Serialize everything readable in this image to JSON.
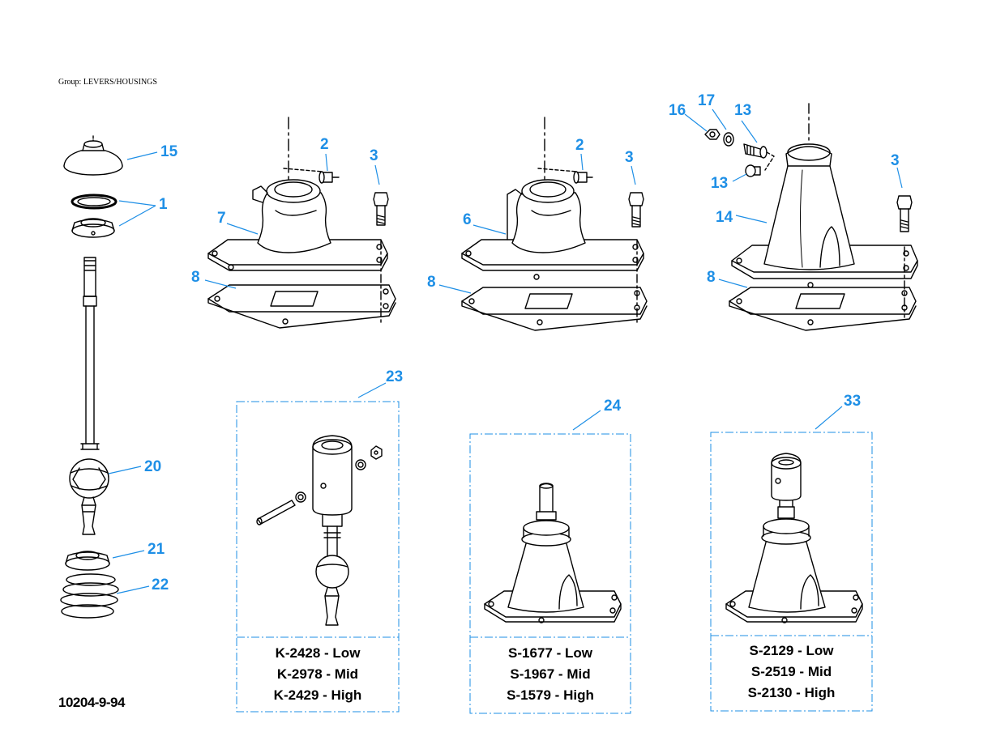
{
  "header": {
    "group_label": "Group: LEVERS/HOUSINGS"
  },
  "footer": {
    "doc_id": "10204-9-94"
  },
  "colors": {
    "callout": "#1e8fe6",
    "line": "#000000",
    "kit_box": "#1e8fe6"
  },
  "callouts": [
    "15",
    "1",
    "20",
    "21",
    "22",
    "2",
    "3",
    "7",
    "8",
    "2",
    "3",
    "6",
    "8",
    "16",
    "17",
    "13",
    "13",
    "3",
    "14",
    "8",
    "23",
    "24",
    "33"
  ],
  "kits": [
    {
      "ref": "23",
      "lines": [
        "K-2428 - Low",
        "K-2978 - Mid",
        "K-2429 - High"
      ]
    },
    {
      "ref": "24",
      "lines": [
        "S-1677 - Low",
        "S-1967 - Mid",
        "S-1579 - High"
      ]
    },
    {
      "ref": "33",
      "lines": [
        "S-2129 - Low",
        "S-2519 - Mid",
        "S-2130 - High"
      ]
    }
  ]
}
